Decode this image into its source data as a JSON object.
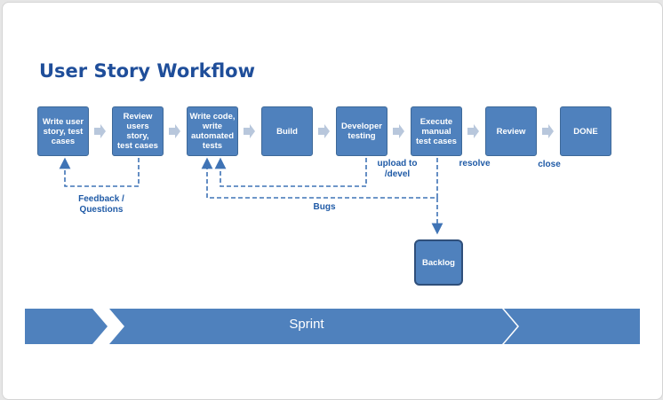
{
  "title": "User Story Workflow",
  "steps": [
    "Write user\nstory, test\ncases",
    "Review\nusers story,\ntest cases",
    "Write code,\nwrite\nautomated\ntests",
    "Build",
    "Developer\ntesting",
    "Execute\nmanual\ntest cases",
    "Review",
    "DONE"
  ],
  "backlog": "Backlog",
  "labels": {
    "feedback": "Feedback /\nQuestions",
    "bugs": "Bugs",
    "upload": "upload to\n/devel",
    "resolve": "resolve",
    "close": "close"
  },
  "sprint": "Sprint",
  "colors": {
    "box": "#4f81bd",
    "arrow": "#b8c7dc",
    "dashed": "#3f73b5",
    "title": "#1f4e9a",
    "label": "#1f5aa6"
  }
}
